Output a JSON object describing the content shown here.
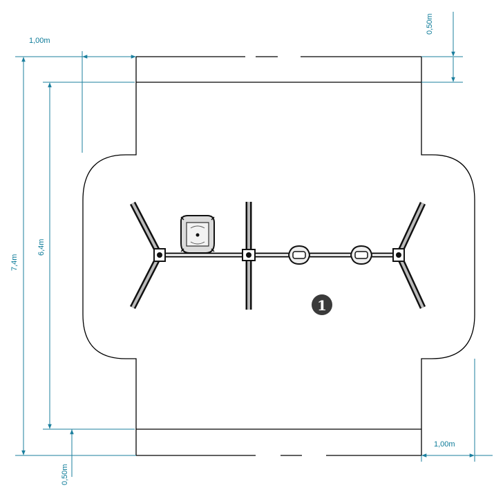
{
  "dimensions": {
    "top_width": "1,00m",
    "top_right_offset": "0,50m",
    "overall_height": "7,4m",
    "inner_height": "6,4m",
    "bottom_left_offset": "0,50m",
    "bottom_right_width": "1,00m"
  },
  "marker": {
    "number": "1"
  },
  "colors": {
    "dimension": "#0b7a98",
    "outline": "#000000",
    "marker_fill": "#3a3a3a"
  }
}
